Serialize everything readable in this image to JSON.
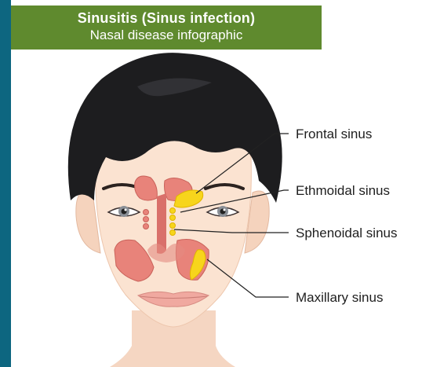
{
  "title": "Sinusitis (Sinus infection)",
  "subtitle": "Nasal disease infographic",
  "labels": {
    "frontal": "Frontal sinus",
    "ethmoidal": "Ethmoidal sinus",
    "sphenoidal": "Sphenoidal sinus",
    "maxillary": "Maxillary sinus"
  },
  "colors": {
    "background": "#0d6680",
    "title_box": "#5f8a2e",
    "skin": "#fbe3d1",
    "hair": "#1d1d1f",
    "sinus_pink": "#e8837a",
    "inflamed_yellow": "#f7d51c"
  }
}
